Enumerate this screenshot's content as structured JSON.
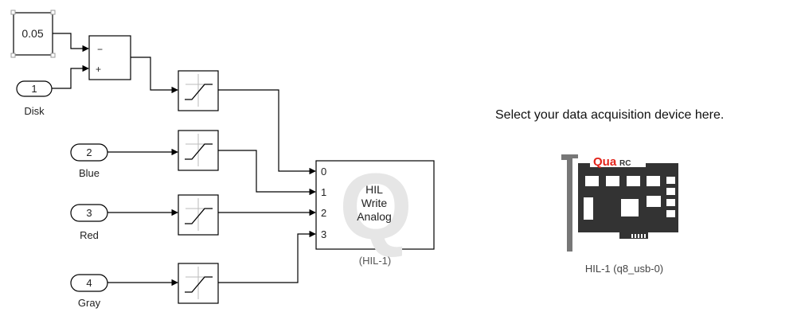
{
  "constant_block": {
    "value": "0.05"
  },
  "sum_block": {
    "signs": [
      "−",
      "+"
    ]
  },
  "inports": [
    {
      "number": "1",
      "label": "Disk"
    },
    {
      "number": "2",
      "label": "Blue"
    },
    {
      "number": "3",
      "label": "Red"
    },
    {
      "number": "4",
      "label": "Gray"
    }
  ],
  "hil_block": {
    "lines": [
      "HIL",
      "Write",
      "Analog"
    ],
    "watermark": "Q",
    "ports": [
      "0",
      "1",
      "2",
      "3"
    ],
    "caption": "(HIL-1)"
  },
  "note_text": "Select your data acquisition device here.",
  "device": {
    "logo_main": "Qua",
    "logo_small": "RC",
    "caption": "HIL-1 (q8_usb-0)",
    "colors": {
      "board": "#333333",
      "logo": "#e2231a",
      "bracket": "#777777"
    }
  }
}
